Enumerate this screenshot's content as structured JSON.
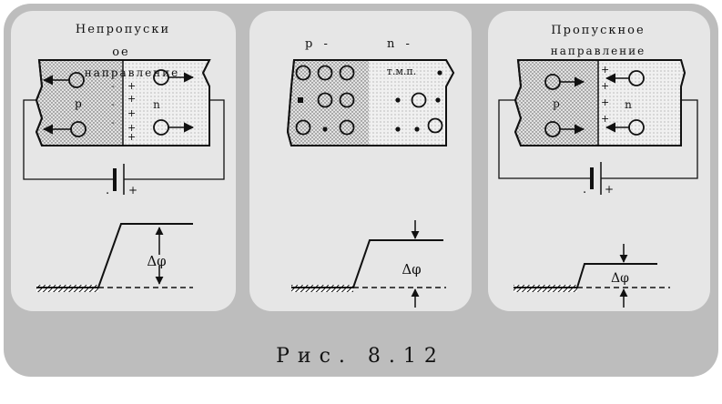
{
  "panels": [
    {
      "title_line1": "Непропуски",
      "title_line2": "ое",
      "overlay_text": "направление",
      "region_p": "p",
      "region_n": "n",
      "battery_minus": ".",
      "battery_plus": "+",
      "barrier_label": "Δφ"
    },
    {
      "label_p": "p -",
      "label_n": "n -",
      "overlay_text": "т.м.п.",
      "barrier_label": "Δφ"
    },
    {
      "title_line1": "Пропускное",
      "title_line2": "направление",
      "region_p": "p",
      "region_n": "n",
      "battery_minus": ".",
      "battery_plus": "+",
      "barrier_label": "Δφ"
    }
  ],
  "caption": "Рис. 8.12",
  "colors": {
    "frame": "#bdbdbd",
    "panel": "#e6e6e6",
    "ink": "#111111",
    "p_region": "#dcdcdc",
    "n_region": "#ececec"
  }
}
